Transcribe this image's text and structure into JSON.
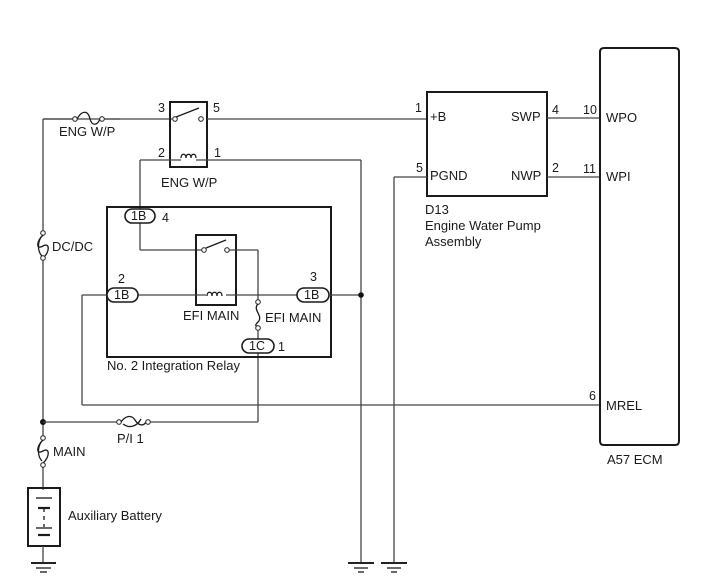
{
  "diagram": {
    "title": "Engine Water Pump Circuit",
    "fuses": {
      "eng_wp_fuse": "ENG W/P",
      "dcdc_fuse": "DC/DC",
      "main_fuse": "MAIN",
      "pi1_fuse": "P/I 1",
      "efi_main_fuse": "EFI MAIN"
    },
    "eng_wp_relay": {
      "label": "ENG W/P",
      "pins": {
        "p3": "3",
        "p5": "5",
        "p2": "2",
        "p1": "1"
      }
    },
    "integration_relay": {
      "label": "No. 2 Integration Relay",
      "inner_relay_label": "EFI MAIN",
      "connectors": [
        {
          "code": "1B",
          "pin": "4"
        },
        {
          "code": "1B",
          "pin": "2"
        },
        {
          "code": "1B",
          "pin": "3"
        },
        {
          "code": "1C",
          "pin": "1"
        }
      ]
    },
    "pump": {
      "id": "D13",
      "name_line1": "Engine Water Pump",
      "name_line2": "Assembly",
      "terminals": {
        "plus_b": {
          "label": "+B",
          "pin": "1"
        },
        "pgnd": {
          "label": "PGND",
          "pin": "5"
        },
        "swp": {
          "label": "SWP",
          "pin": "4"
        },
        "nwp": {
          "label": "NWP",
          "pin": "2"
        }
      }
    },
    "ecm": {
      "label": "A57 ECM",
      "terminals": {
        "wpo": {
          "label": "WPO",
          "pin": "10"
        },
        "wpi": {
          "label": "WPI",
          "pin": "11"
        },
        "mrel": {
          "label": "MREL",
          "pin": "6"
        }
      }
    },
    "battery": {
      "label": "Auxiliary Battery"
    }
  }
}
